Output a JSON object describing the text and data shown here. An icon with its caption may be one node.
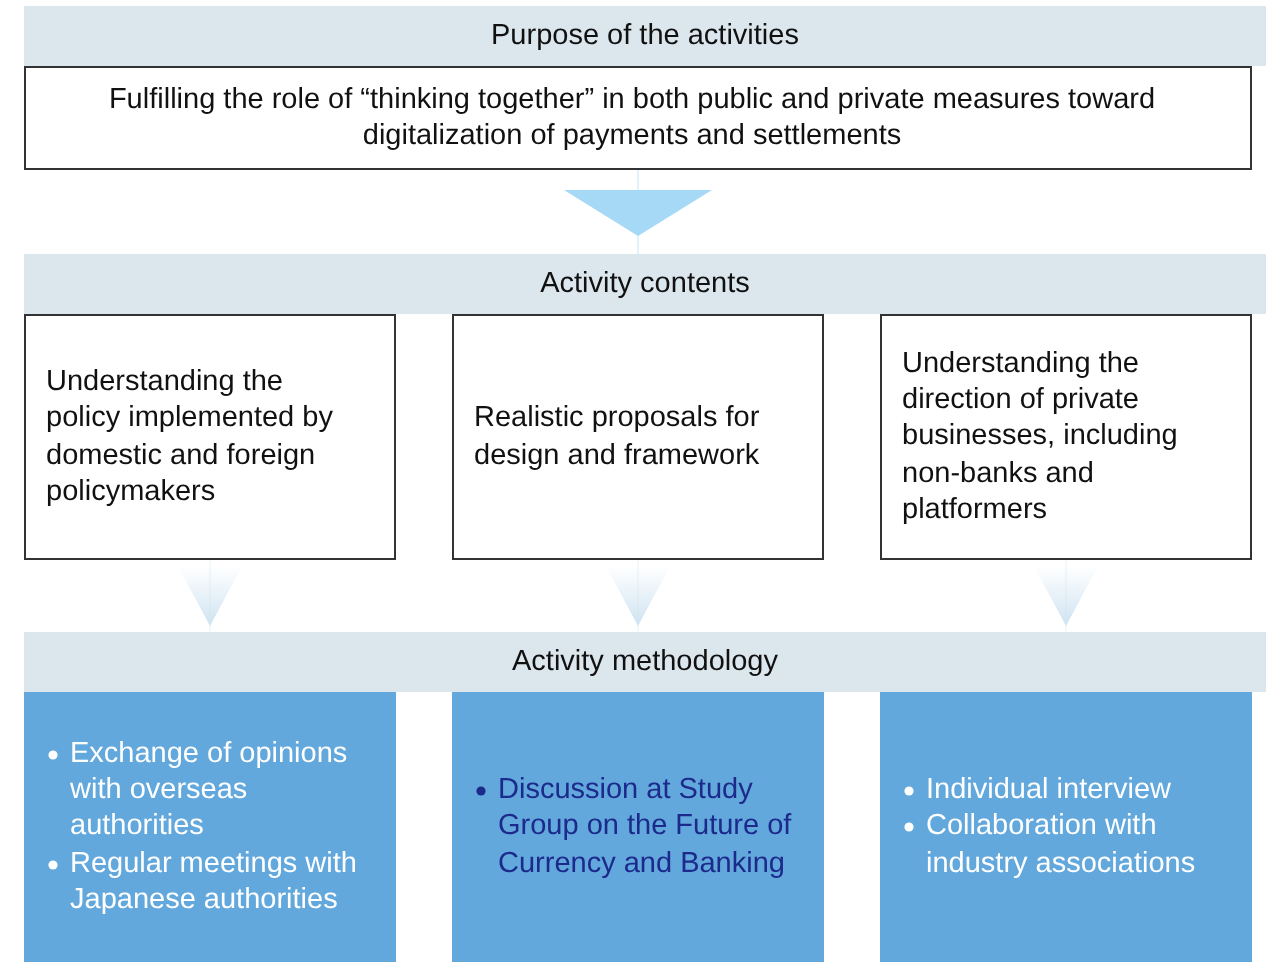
{
  "diagram": {
    "nodes": [
      {
        "text": [
          "Purpose of the activities"
        ]
      },
      {
        "text": [
          "Fulfilling the role of “thinking together” in both public and private measures toward digitalization of payments and settlements"
        ]
      },
      {
        "text": [
          "Activity contents"
        ]
      },
      {
        "text": [
          "Understanding the policy implemented by domestic and foreign policymakers"
        ]
      },
      {
        "text": [
          "Realistic proposals for design and framework"
        ]
      },
      {
        "text": [
          "Understanding the direction of private businesses, including non-banks and platformers"
        ]
      },
      {
        "text": [
          "Activity methodology"
        ]
      },
      {
        "text": [
          "Exchange of opinions with overseas authorities",
          "Regular meetings with Japanese authorities"
        ]
      },
      {
        "text": [
          "Discussion at Study Group on the Future of Currency and Banking"
        ]
      },
      {
        "text": [
          "Individual interview",
          "Collaboration with industry associations"
        ]
      }
    ],
    "edges": [
      {
        "from": 1,
        "to": 2,
        "arrow": "to",
        "color": "#a5d9f5"
      },
      {
        "from": 3,
        "to": 6,
        "arrow": "to"
      },
      {
        "from": 4,
        "to": 6,
        "arrow": "to"
      },
      {
        "from": 5,
        "to": 6,
        "arrow": "to"
      }
    ]
  }
}
